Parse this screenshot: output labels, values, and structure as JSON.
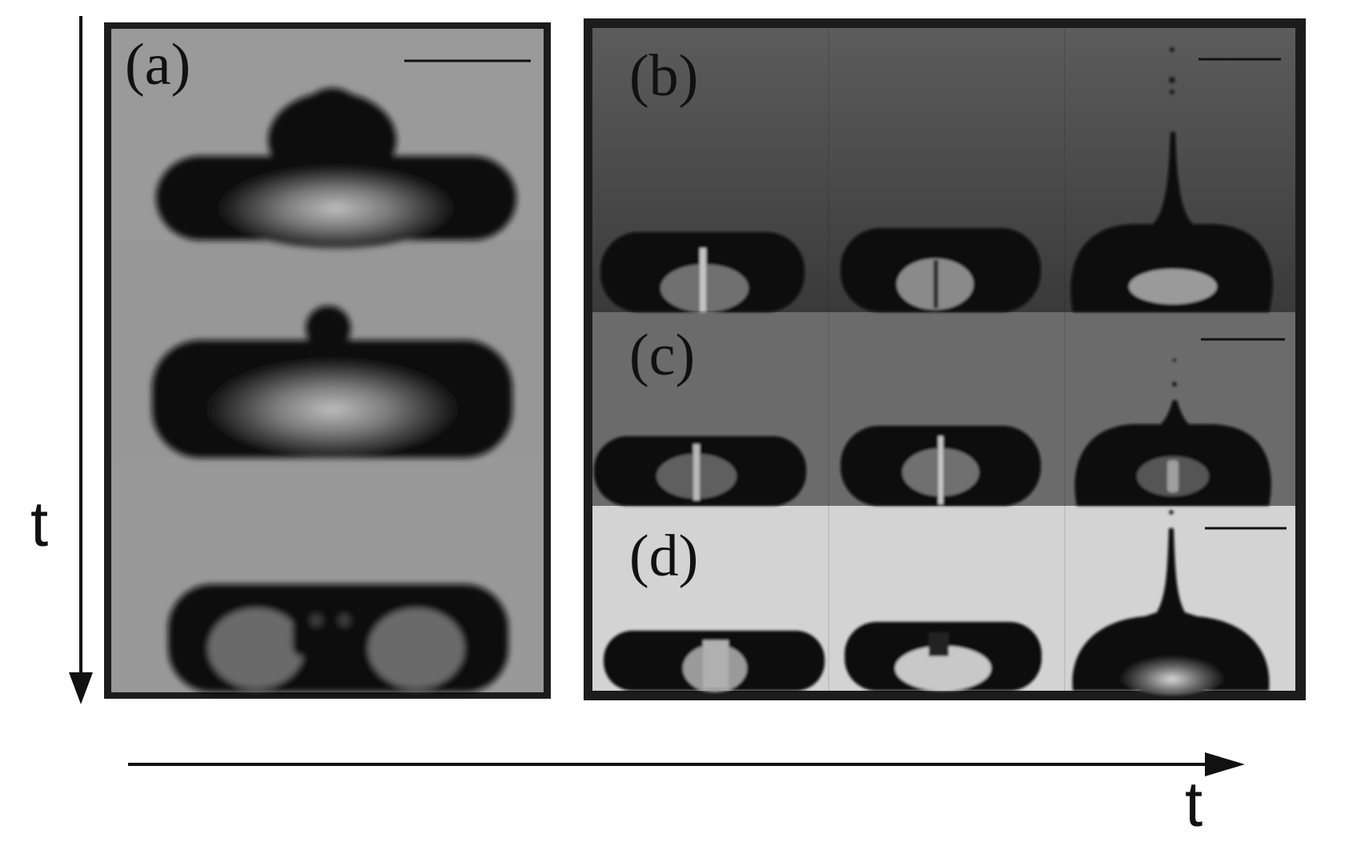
{
  "figure": {
    "time_axis_vertical": "t",
    "time_axis_horizontal": "t",
    "panels": [
      {
        "label": "(a)",
        "layout": "vertical-sequence",
        "frames": 3,
        "has_scale_bar": true
      },
      {
        "label": "(b)",
        "layout": "horizontal-sequence",
        "frames": 3,
        "has_scale_bar": true
      },
      {
        "label": "(c)",
        "layout": "horizontal-sequence",
        "frames": 3,
        "has_scale_bar": true
      },
      {
        "label": "(d)",
        "layout": "horizontal-sequence",
        "frames": 3,
        "has_scale_bar": true
      }
    ]
  }
}
